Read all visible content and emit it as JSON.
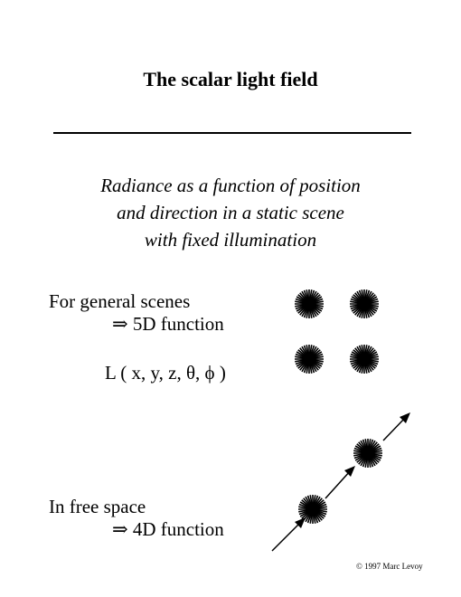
{
  "slide": {
    "title": "The scalar light field",
    "subtitle_lines": [
      "Radiance as a function of position",
      "and direction in a static scene",
      "with fixed illumination"
    ],
    "general_scenes": {
      "label": "For general scenes",
      "implication": "⇒ 5D function",
      "formula": "L ( x, y, z, θ, ϕ )"
    },
    "free_space": {
      "label": "In free space",
      "implication": "⇒ 4D function"
    },
    "copyright": "© 1997 Marc Levoy",
    "icons": {
      "starburst": "starburst-icon",
      "arrow": "arrow-icon"
    }
  }
}
